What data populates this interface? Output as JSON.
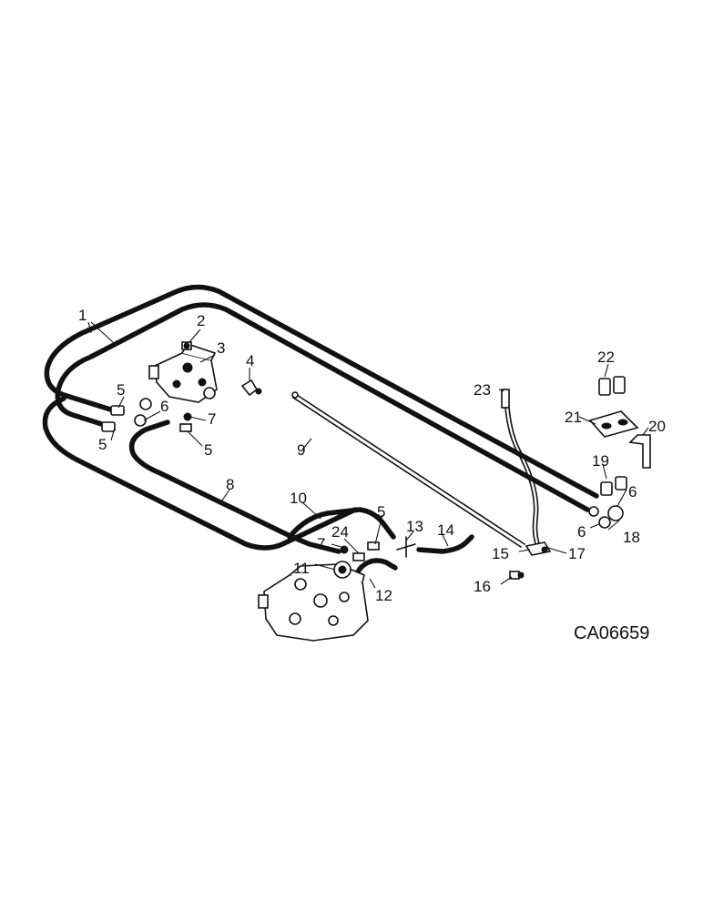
{
  "callouts": {
    "c1": "1",
    "c2": "2",
    "c3": "3",
    "c4": "4",
    "c5a": "5",
    "c5b": "5",
    "c5c": "5",
    "c5d": "5",
    "c6a": "6",
    "c6b": "6",
    "c6c": "6",
    "c7a": "7",
    "c7b": "7",
    "c8": "8",
    "c9": "9",
    "c10": "10",
    "c11": "11",
    "c12": "12",
    "c13": "13",
    "c14": "14",
    "c15": "15",
    "c16": "16",
    "c17": "17",
    "c18": "18",
    "c19": "19",
    "c20": "20",
    "c21": "21",
    "c22": "22",
    "c23": "23",
    "c24": "24"
  },
  "figure_code": "CA06659"
}
